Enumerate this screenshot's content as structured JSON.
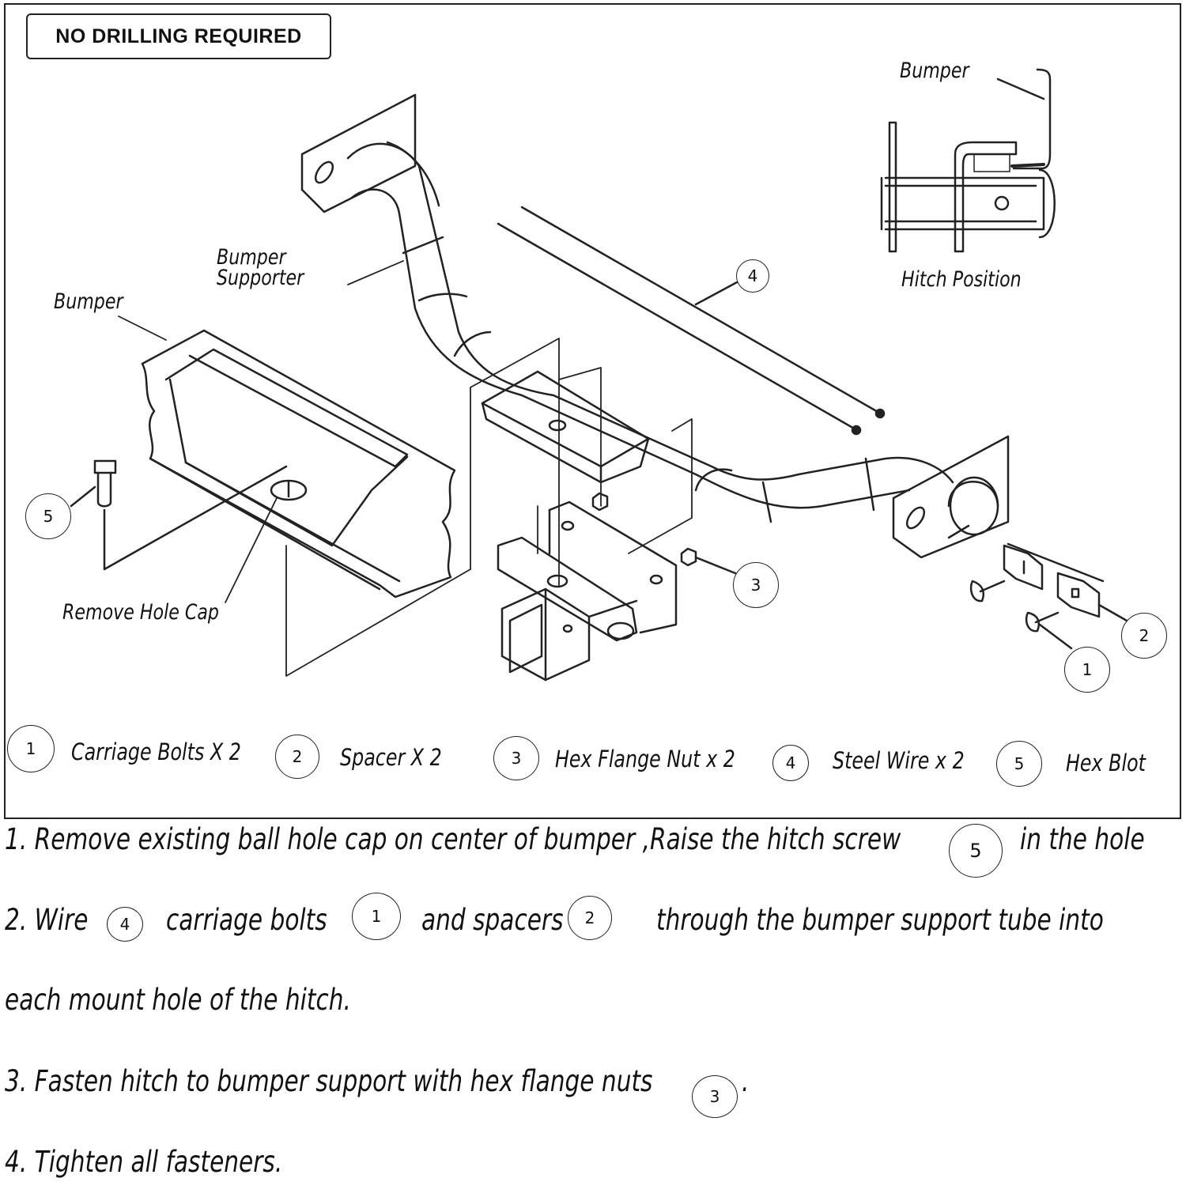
{
  "banner": "NO DRILLING REQUIRED",
  "labels": {
    "bumper_top_right": "Bumper",
    "hitch_position": "Hitch Position",
    "bumper_supporter_line1": "Bumper",
    "bumper_supporter_line2": "Supporter",
    "bumper_left": "Bumper",
    "remove_hole_cap": "Remove Hole Cap"
  },
  "callouts": {
    "c1": "1",
    "c2": "2",
    "c3": "3",
    "c4": "4",
    "c5": "5"
  },
  "legend": [
    {
      "num": "1",
      "text": "Carriage Bolts  X  2"
    },
    {
      "num": "2",
      "text": "Spacer  X  2"
    },
    {
      "num": "3",
      "text": "Hex Flange Nut  x 2"
    },
    {
      "num": "4",
      "text": "Steel Wire x 2"
    },
    {
      "num": "5",
      "text": "Hex Blot"
    }
  ],
  "steps": {
    "s1_a": "1.  Remove existing ball hole cap on center of bumper ,Raise the hitch  screw",
    "s1_num": "5",
    "s1_b": "in the hole",
    "s2_a": "2.  Wire",
    "s2_num1": "4",
    "s2_b": "carriage bolts",
    "s2_num2": "1",
    "s2_c": "and spacers",
    "s2_num3": "2",
    "s2_d": "through the bumper support tube into",
    "s2_e": "each mount hole of the hitch.",
    "s3_a": "3.  Fasten hitch to bumper support with hex flange nuts",
    "s3_num": "3",
    "s3_b": ".",
    "s4": "4.  Tighten all fasteners."
  }
}
